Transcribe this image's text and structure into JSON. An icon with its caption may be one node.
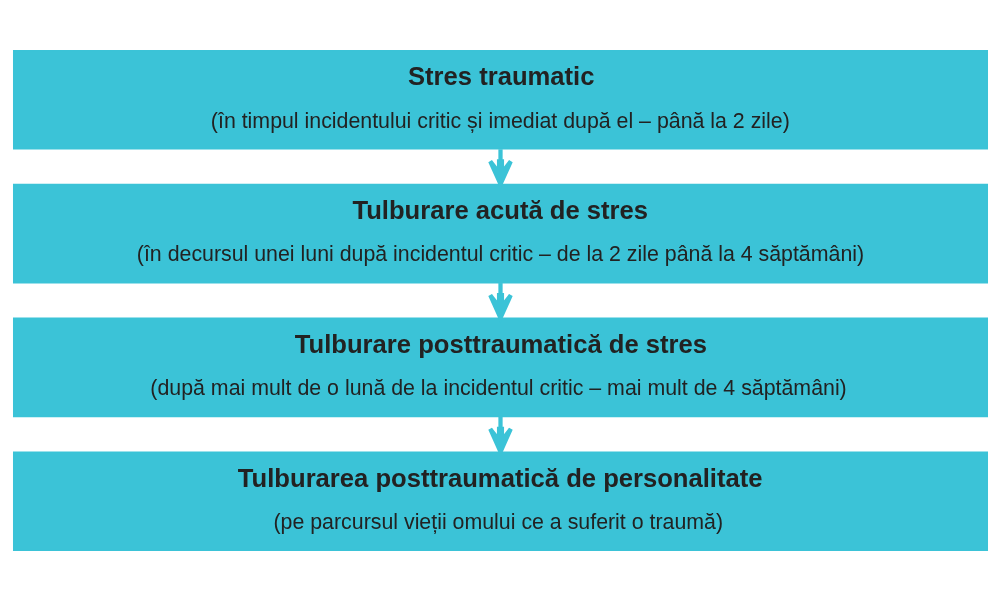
{
  "diagram": {
    "nodes": [
      {
        "text": [
          "Stres traumatic",
          "(în timpul incidentului critic și imediat după el – până la 2 zile)"
        ]
      },
      {
        "text": [
          "Tulburare acută de stres",
          "(în decursul unei luni după incidentul critic – de la 2 zile până la 4 săptămâni)"
        ]
      },
      {
        "text": [
          "Tulburare posttraumatică de stres",
          "(după mai mult de o lună de la incidentul critic – mai mult de 4 săptămâni)"
        ]
      },
      {
        "text": [
          "Tulburarea posttraumatică de personalitate",
          "(pe parcursul vieții omului ce a suferit o traumă)"
        ]
      }
    ],
    "edges": [
      {
        "from": 0,
        "to": 1,
        "arrow": "to"
      },
      {
        "from": 1,
        "to": 2,
        "arrow": "to"
      },
      {
        "from": 2,
        "to": 3,
        "arrow": "to"
      }
    ]
  }
}
